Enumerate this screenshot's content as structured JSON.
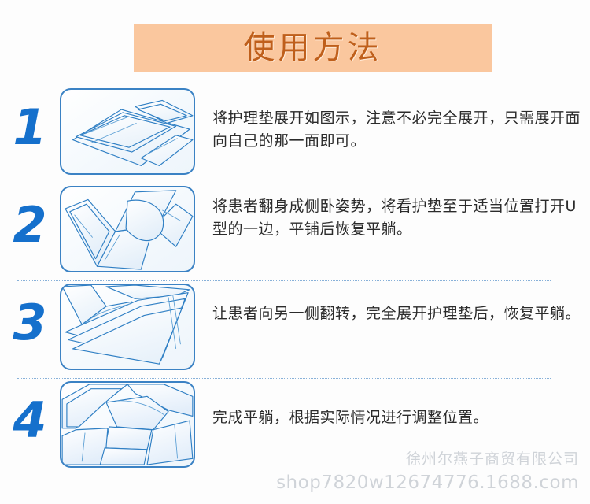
{
  "header": {
    "title": "使用方法",
    "banner_bg": "#fac79e",
    "title_color": "#bf5f1b"
  },
  "steps": [
    {
      "number": "1",
      "figure_name": "pad-unfolded-illustration",
      "text": "将护理垫展开如图示，注意不必完全展开，只需展开面向自己的那一面即可。"
    },
    {
      "number": "2",
      "figure_name": "pad-u-shape-side-lying-illustration",
      "text": "将患者翻身成侧卧姿势，将看护垫至于适当位置打开U型的一边，平铺后恢复平躺。"
    },
    {
      "number": "3",
      "figure_name": "pad-turn-other-side-illustration",
      "text": "让患者向另一侧翻转，完全展开护理垫后，恢复平躺。"
    },
    {
      "number": "4",
      "figure_name": "pad-final-position-illustration",
      "text": "完成平躺，根据实际情况进行调整位置。"
    }
  ],
  "watermark": {
    "company": "徐州尔燕子商贸有限公司",
    "url": "shop7820w12674776.1688.com"
  },
  "colors": {
    "number_blue": "#1570cc",
    "figure_border": "#3b82c4",
    "divider": "#7ca9d6",
    "body_text": "#2b2b2b",
    "watermark": "#cfd3d8"
  }
}
